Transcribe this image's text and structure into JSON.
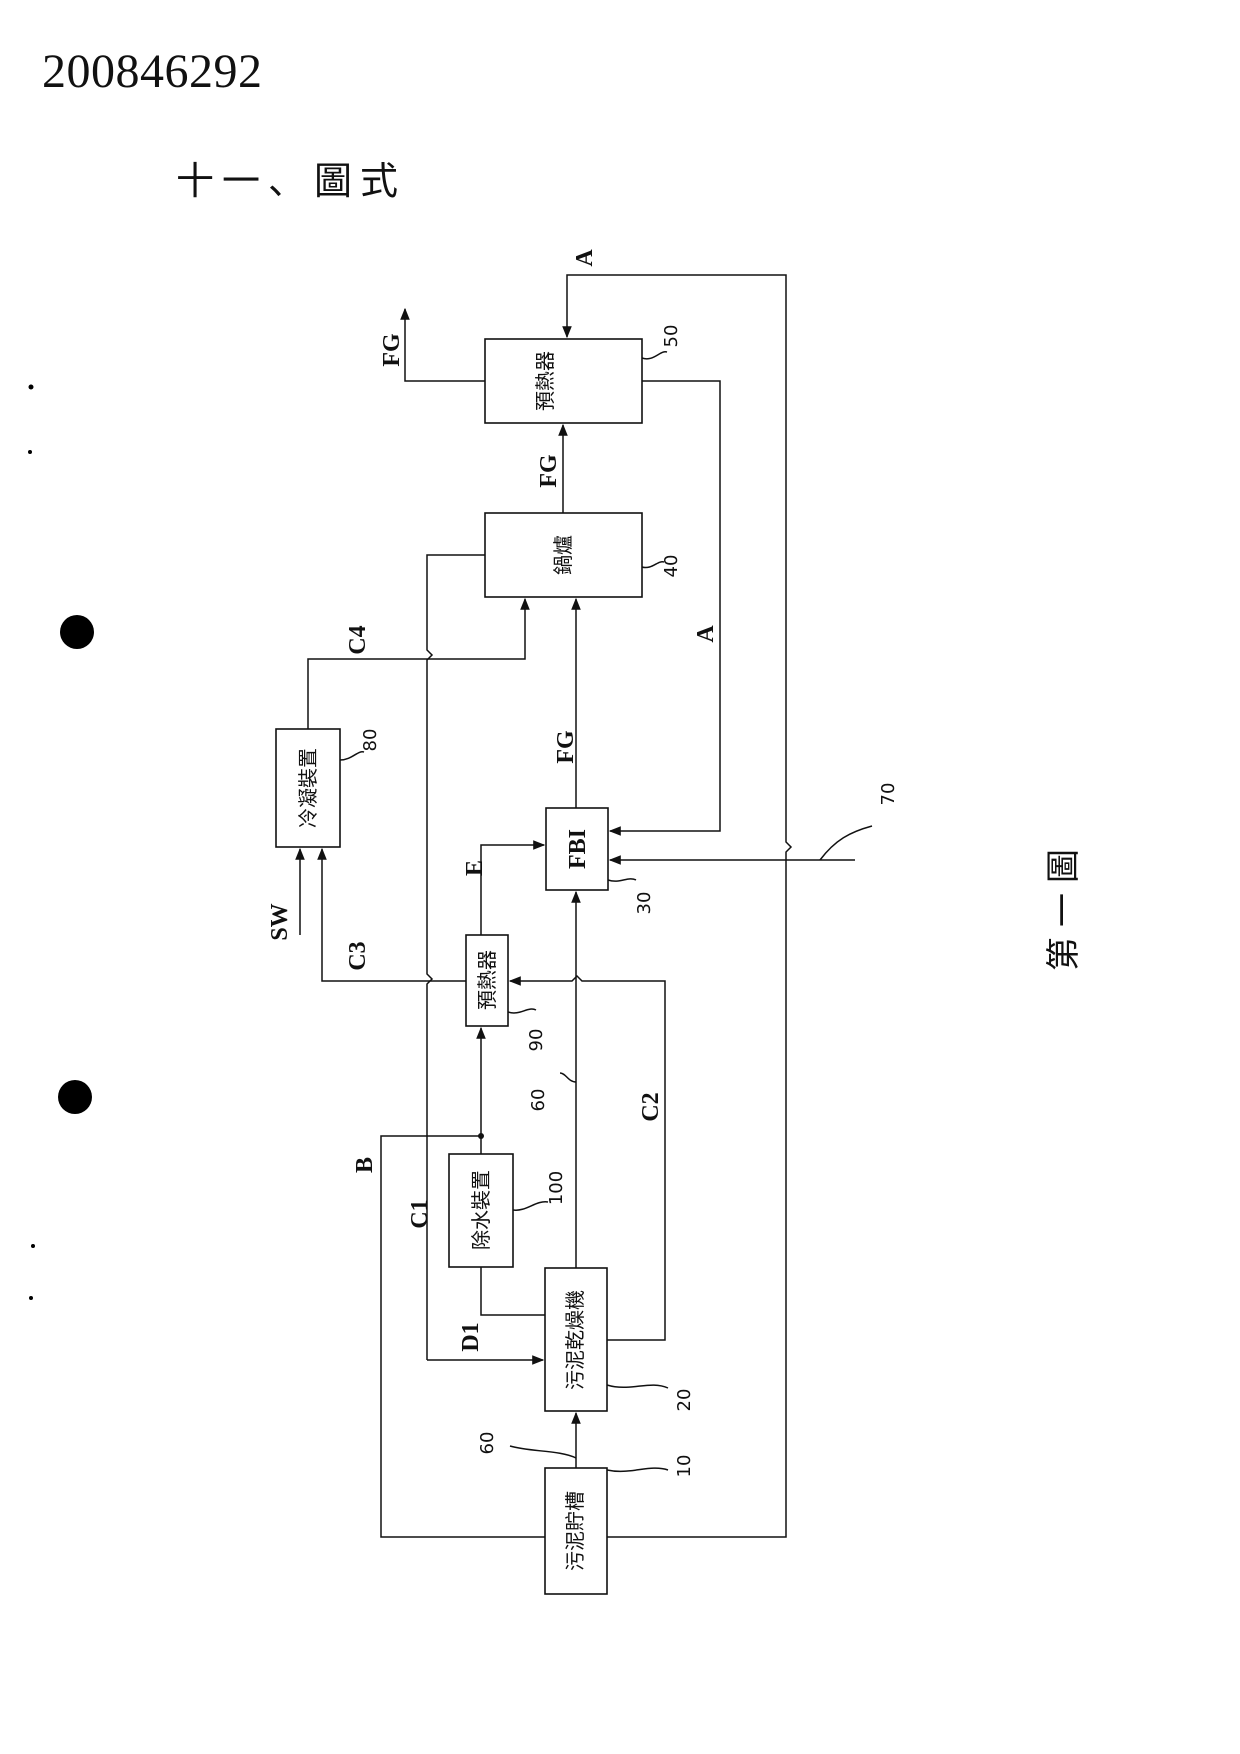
{
  "header": {
    "doc_number": "200846292",
    "section_title": "十一、圖式"
  },
  "figure": {
    "caption": "第一圖",
    "blocks": [
      {
        "id": "10",
        "label": "污泥貯槽"
      },
      {
        "id": "20",
        "label": "污泥乾燥機"
      },
      {
        "id": "30",
        "label": "FBI"
      },
      {
        "id": "40",
        "label": "鍋爐"
      },
      {
        "id": "50",
        "label": "預熱器"
      },
      {
        "id": "80",
        "label": "冷凝裝置"
      },
      {
        "id": "90",
        "label": "預熱器"
      },
      {
        "id": "100",
        "label": "除水裝置"
      }
    ],
    "ref_numbers": {
      "sludge_line_1": "60",
      "sludge_line_2": "60",
      "feed_line": "70"
    },
    "stream_labels": {
      "a_top": "A",
      "a_mid": "A",
      "fg_exhaust": "FG",
      "fg_boiler_out": "FG",
      "fg_fbi_out": "FG",
      "b": "B",
      "c1": "C1",
      "c2": "C2",
      "c3": "C3",
      "c4": "C4",
      "d1": "D1",
      "e": "E",
      "sw": "SW"
    }
  }
}
